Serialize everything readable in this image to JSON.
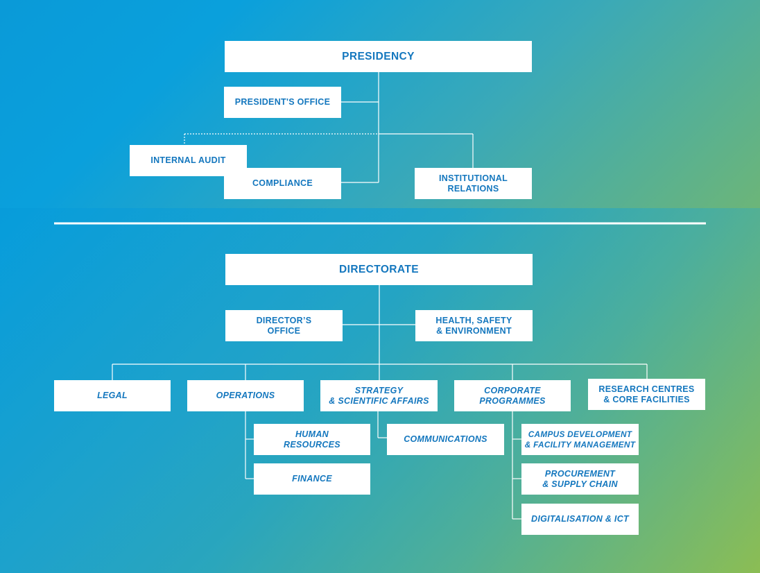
{
  "presidency": {
    "title": "PRESIDENCY",
    "presidents_office": "PRESIDENT'S OFFICE",
    "internal_audit": "INTERNAL AUDIT",
    "compliance": "COMPLIANCE",
    "institutional_relations": "INSTITUTIONAL\nRELATIONS"
  },
  "directorate": {
    "title": "DIRECTORATE",
    "directors_office": "DIRECTOR’S\nOFFICE",
    "hse": "HEALTH, SAFETY\n& ENVIRONMENT",
    "legal": "LEGAL",
    "operations": "OPERATIONS",
    "strategy": "STRATEGY\n& SCIENTIFIC AFFAIRS",
    "corporate_programmes": "CORPORATE\nPROGRAMMES",
    "research_centres": "RESEARCH CENTRES\n& CORE FACILITIES",
    "human_resources": "HUMAN\nRESOURCES",
    "finance": "FINANCE",
    "communications": "COMMUNICATIONS",
    "campus_development": "CAMPUS DEVELOPMENT\n& FACILITY MANAGEMENT",
    "procurement": "PROCUREMENT\n& SUPPLY CHAIN",
    "digitalisation": "DIGITALISATION & ICT"
  },
  "colors": {
    "text": "#1477be",
    "box": "#ffffff",
    "line": "#ffffff",
    "gradient_start": "#0a9ad8",
    "gradient_end": "#a2c23a"
  }
}
